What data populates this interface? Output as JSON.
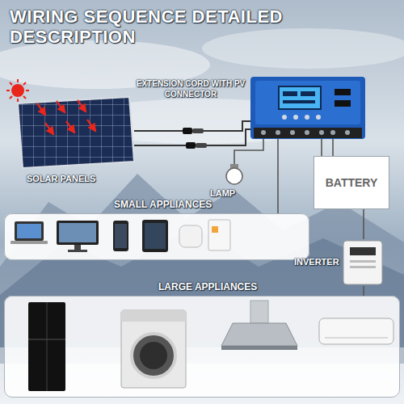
{
  "diagram": {
    "title": "WIRING SEQUENCE DETAILED DESCRIPTION",
    "nodes": [
      {
        "text": [
          "SOLAR PANELS"
        ]
      },
      {
        "text": [
          "LAMP"
        ]
      },
      {
        "text": [
          "BATTERY"
        ]
      },
      {
        "text": [
          "SMALL APPLIANCES"
        ]
      },
      {
        "text": [
          "INVERTER"
        ]
      },
      {
        "text": [
          "LARGE APPLIANCES"
        ]
      }
    ],
    "edges": [
      {
        "from": 2,
        "to": 4,
        "arrow": "none"
      },
      {
        "from": 4,
        "to": 5,
        "arrow": "none"
      }
    ],
    "labels": [
      "EXTENSION CORD WITH PV CONNECTOR"
    ]
  }
}
